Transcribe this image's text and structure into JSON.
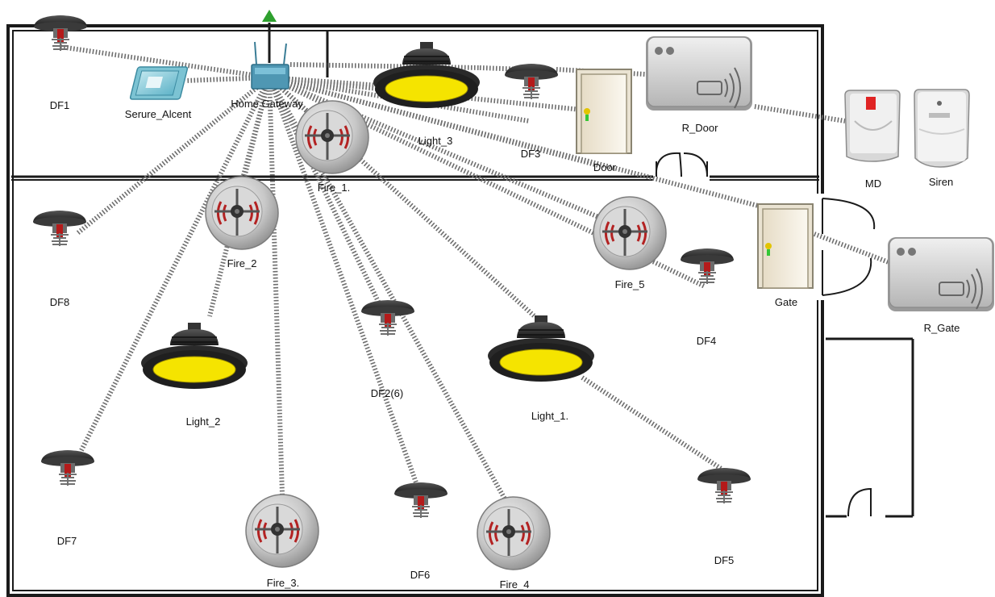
{
  "gateway": {
    "label": "Home Gateway"
  },
  "devices": [
    {
      "id": "serure",
      "type": "tablet",
      "label": "Serure_Alcent"
    },
    {
      "id": "df1",
      "type": "sprinkler",
      "label": "DF1"
    },
    {
      "id": "light3",
      "type": "light",
      "label": "Light_3"
    },
    {
      "id": "df3",
      "type": "sprinkler",
      "label": "DF3"
    },
    {
      "id": "door",
      "type": "door",
      "label": "Door"
    },
    {
      "id": "rdoor",
      "type": "rfid",
      "label": "R_Door"
    },
    {
      "id": "md",
      "type": "motion",
      "label": "MD"
    },
    {
      "id": "siren",
      "type": "siren",
      "label": "Siren"
    },
    {
      "id": "fire1",
      "type": "smoke",
      "label": "Fire_1."
    },
    {
      "id": "fire2",
      "type": "smoke",
      "label": "Fire_2"
    },
    {
      "id": "df8",
      "type": "sprinkler",
      "label": "DF8"
    },
    {
      "id": "fire5",
      "type": "smoke",
      "label": "Fire_5"
    },
    {
      "id": "df4",
      "type": "sprinkler",
      "label": "DF4"
    },
    {
      "id": "gate",
      "type": "door",
      "label": "Gate"
    },
    {
      "id": "rgate",
      "type": "rfid",
      "label": "R_Gate"
    },
    {
      "id": "df2",
      "type": "sprinkler",
      "label": "DF2(6)"
    },
    {
      "id": "light2",
      "type": "light",
      "label": "Light_2"
    },
    {
      "id": "light1",
      "type": "light",
      "label": "Light_1."
    },
    {
      "id": "df7",
      "type": "sprinkler",
      "label": "DF7"
    },
    {
      "id": "fire3",
      "type": "smoke",
      "label": "Fire_3."
    },
    {
      "id": "df6",
      "type": "sprinkler",
      "label": "DF6"
    },
    {
      "id": "fire4",
      "type": "smoke",
      "label": "Fire_4"
    },
    {
      "id": "df5",
      "type": "sprinkler",
      "label": "DF5"
    }
  ],
  "colors": {
    "wall": "#1a1a1a",
    "light": "#f5e400",
    "link": "#6e6e6e",
    "uplink": "#2ea02e"
  }
}
